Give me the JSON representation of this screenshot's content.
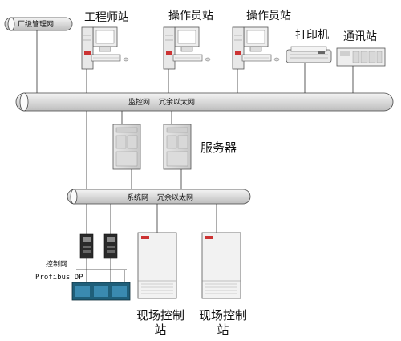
{
  "labels": {
    "plant_net": "厂级管理网",
    "engineer_station": "工程师站",
    "operator_station_1": "操作员站",
    "operator_station_2": "操作员站",
    "printer": "打印机",
    "comm_station": "通讯站",
    "monitor_net": "监控网",
    "redundant_ethernet_1": "冗余以太网",
    "server": "服务器",
    "system_net": "系统网",
    "redundant_ethernet_2": "冗余以太网",
    "control_net": "控制网",
    "profibus": "Profibus DP",
    "field_station_1": "现场控制站",
    "field_station_2": "现场控制站"
  },
  "colors": {
    "bus_fill": "#e6e6e6",
    "line": "#333333",
    "accent": "#cc3333"
  },
  "icons": [
    "workstation-icon",
    "printer-icon",
    "comm-station-icon",
    "server-icon",
    "control-module-icon",
    "io-rack-icon",
    "cabinet-icon"
  ]
}
